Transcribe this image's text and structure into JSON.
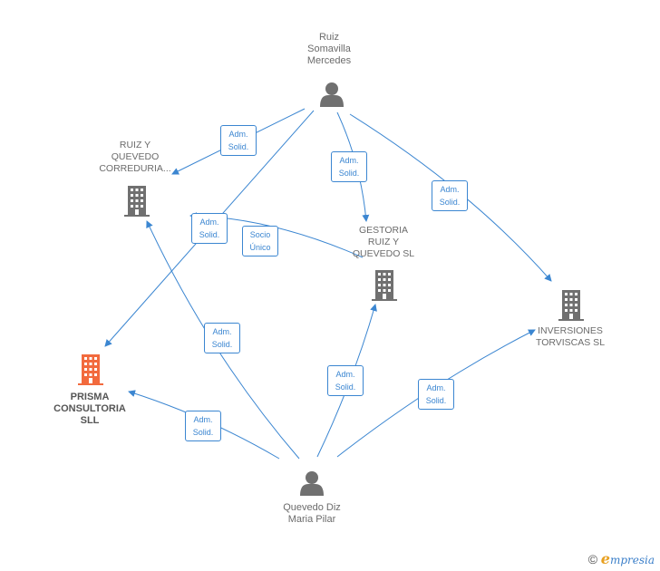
{
  "nodes": {
    "ruiz_somavilla": {
      "label_lines": [
        "Ruiz",
        "Somavilla",
        "Mercedes"
      ],
      "kind": "person"
    },
    "quevedo_diz": {
      "label_lines": [
        "Quevedo Diz",
        "Maria Pilar"
      ],
      "kind": "person"
    },
    "ruiz_quevedo_correduria": {
      "label_lines": [
        "RUIZ Y",
        "QUEVEDO",
        "CORREDURIA..."
      ],
      "kind": "company"
    },
    "gestoria": {
      "label_lines": [
        "GESTORIA",
        "RUIZ Y",
        "QUEVEDO  SL"
      ],
      "kind": "company"
    },
    "inversiones": {
      "label_lines": [
        "INVERSIONES",
        "TORVISCAS  SL"
      ],
      "kind": "company"
    },
    "prisma": {
      "label_lines": [
        "PRISMA",
        "CONSULTORIA",
        "SLL"
      ],
      "kind": "company-highlight"
    }
  },
  "edges": [
    {
      "id": "e1",
      "label": [
        "Adm.",
        "Solid."
      ]
    },
    {
      "id": "e2",
      "label": [
        "Adm.",
        "Solid."
      ]
    },
    {
      "id": "e3",
      "label": [
        "Adm.",
        "Solid."
      ]
    },
    {
      "id": "e4",
      "label": [
        "Adm.",
        "Solid."
      ]
    },
    {
      "id": "e5",
      "label": [
        "Socio",
        "Único"
      ]
    },
    {
      "id": "e6",
      "label": [
        "Adm.",
        "Solid."
      ]
    },
    {
      "id": "e7",
      "label": [
        "Adm.",
        "Solid."
      ]
    },
    {
      "id": "e8",
      "label": [
        "Adm.",
        "Solid."
      ]
    },
    {
      "id": "e9",
      "label": [
        "Adm.",
        "Solid."
      ]
    }
  ],
  "colors": {
    "edge": "#3b86d1",
    "icon_gray": "#707070",
    "icon_highlight": "#f26a3d"
  },
  "footer": {
    "copyright": "©",
    "brand_initial": "e",
    "brand_rest": "mpresia"
  }
}
